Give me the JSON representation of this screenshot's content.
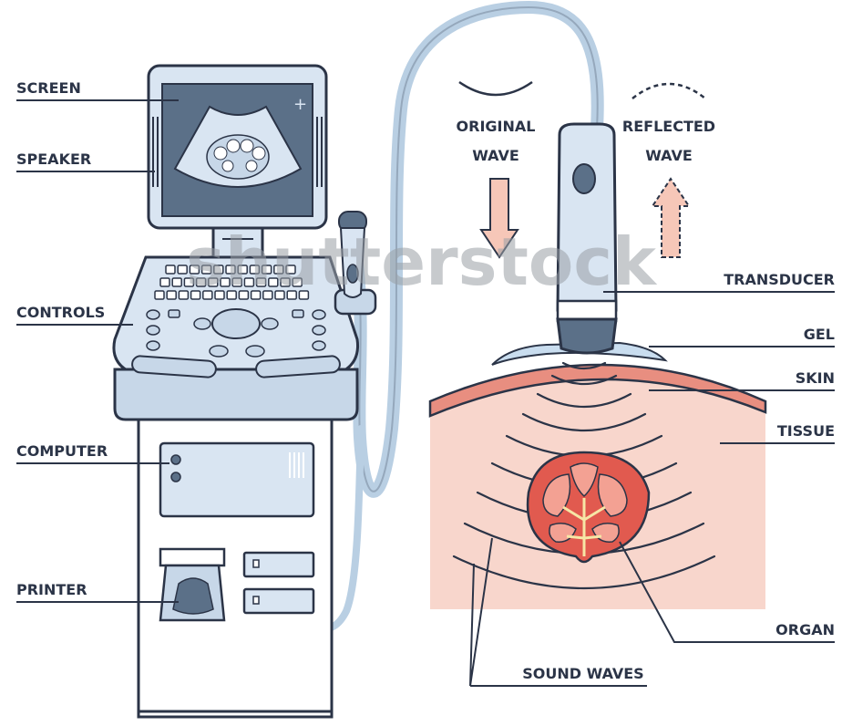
{
  "labels": {
    "screen": "SCREEN",
    "speaker": "SPEAKER",
    "controls": "CONTROLS",
    "computer": "COMPUTER",
    "printer": "PRINTER",
    "original_wave_l1": "ORIGINAL",
    "original_wave_l2": "WAVE",
    "reflected_wave_l1": "REFLECTED",
    "reflected_wave_l2": "WAVE",
    "transducer": "TRANSDUCER",
    "gel": "GEL",
    "skin": "SKIN",
    "tissue": "TISSUE",
    "organ": "ORGAN",
    "sound_waves": "SOUND WAVES"
  },
  "watermark": "shutterstock",
  "colors": {
    "outline": "#2b3447",
    "device_fill": "#d9e5f2",
    "screen_fill": "#5b7088",
    "cable": "#b9cfe3",
    "tissue": "#f8d6cc",
    "skin": "#e88e80",
    "organ": "#e15a4f",
    "gel": "#c9ddef",
    "arrow_fill": "#f6c7b8"
  }
}
